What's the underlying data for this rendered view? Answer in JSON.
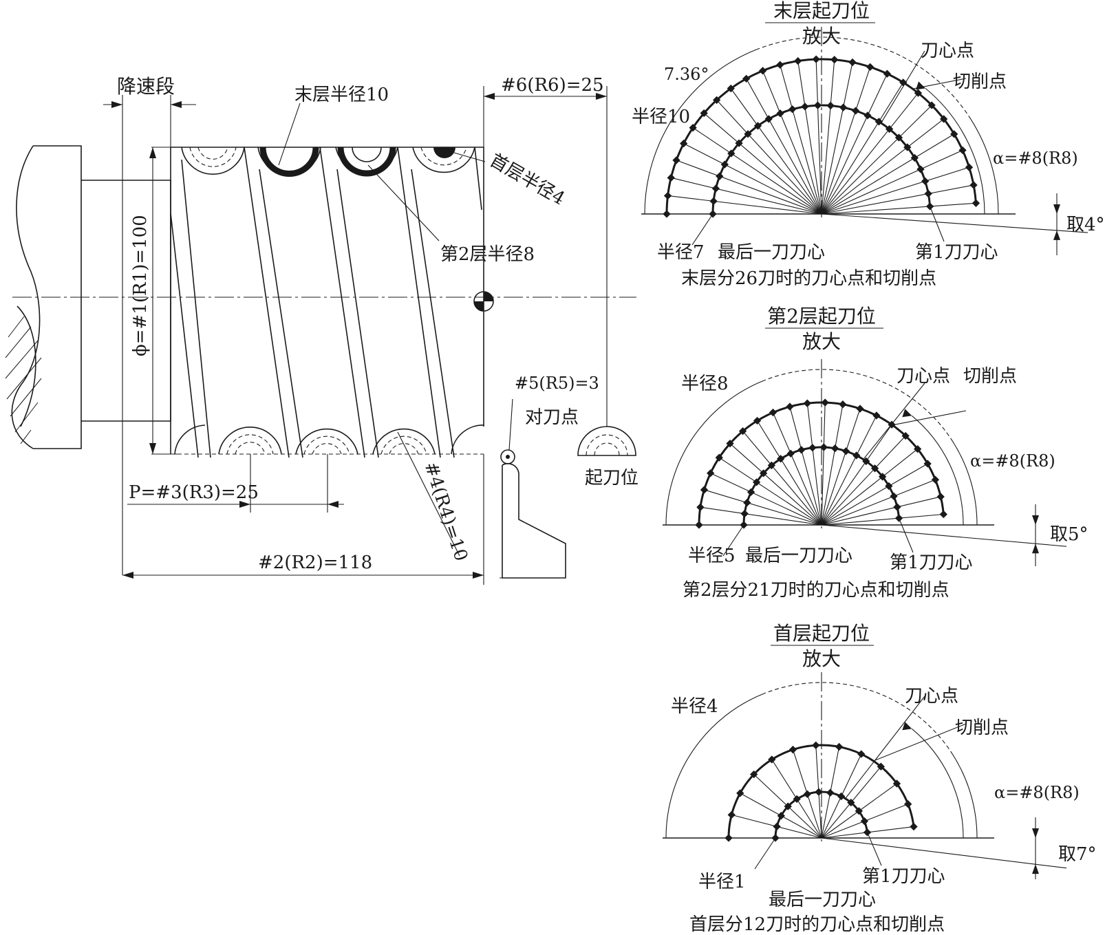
{
  "left": {
    "decel_zone": "降速段",
    "last_layer_radius": "末层半径10",
    "first_layer_radius": "首层半径4",
    "second_layer_radius": "第2层半径8",
    "r6": "#6(R6)=25",
    "diameter": "ϕ=#1(R1)=100",
    "r5": "#5(R5)=3",
    "tool_set_point": "对刀点",
    "start_position": "起刀位",
    "pitch": "P=#3(R3)=25",
    "r4": "#4(R4)=10",
    "r2": "#2(R2)=118"
  },
  "panels": [
    {
      "title": "末层起刀位",
      "subtitle": "放大",
      "angle_label": "7.36°",
      "outer_label": "半径10",
      "inner_label": "半径7",
      "last_cut_label": "最后一刀刀心",
      "center_point_label": "刀心点",
      "cutting_point_label": "切削点",
      "alpha_label": "α=#8(R8)",
      "take_label": "取4°",
      "first_cut_label": "第1刀刀心",
      "caption": "末层分26刀时的刀心点和切削点"
    },
    {
      "title": "第2层起刀位",
      "subtitle": "放大",
      "outer_label": "半径8",
      "inner_label": "半径5",
      "last_cut_label": "最后一刀刀心",
      "center_point_label": "刀心点",
      "cutting_point_label": "切削点",
      "alpha_label": "α=#8(R8)",
      "take_label": "取5°",
      "first_cut_label": "第1刀刀心",
      "caption": "第2层分21刀时的刀心点和切削点"
    },
    {
      "title": "首层起刀位",
      "subtitle": "放大",
      "outer_label": "半径4",
      "inner_label": "半径1",
      "last_cut_label": "最后一刀刀心",
      "center_point_label": "刀心点",
      "cutting_point_label": "切削点",
      "alpha_label": "α=#8(R8)",
      "take_label": "取7°",
      "first_cut_label": "第1刀刀心",
      "caption": "首层分12刀时的刀心点和切削点"
    }
  ],
  "fan_cuts": [
    26,
    21,
    12
  ],
  "take_angles_deg": [
    4,
    5,
    7
  ]
}
